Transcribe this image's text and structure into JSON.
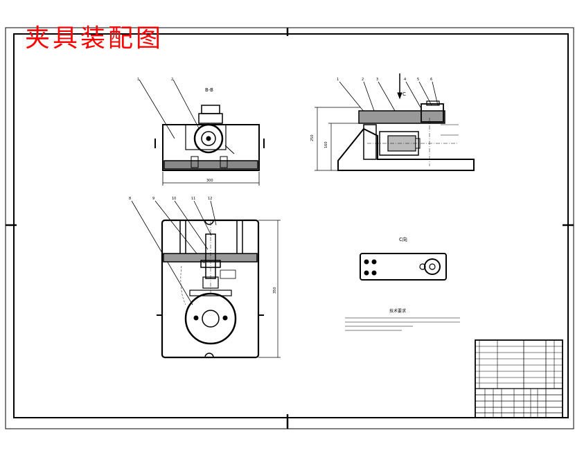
{
  "title_overlay": "夹具装配图",
  "front_view": {
    "section_label": "B-B",
    "dimension_width": "300",
    "part_balloons": [
      "1",
      "2"
    ]
  },
  "side_view": {
    "section_arrow": "C",
    "dimension_height_outer": "250",
    "dimension_height_inner": "160",
    "part_balloons": [
      "1",
      "2",
      "3",
      "4",
      "5",
      "6"
    ]
  },
  "top_view": {
    "dimension_height": "350",
    "part_balloons": [
      "8",
      "9",
      "10",
      "11",
      "12"
    ]
  },
  "detail_view": {
    "view_label": "C向"
  },
  "tech_requirements": {
    "heading": "技术要求"
  },
  "colors": {
    "overlay_red": "#ff0000",
    "line_black": "#000000",
    "background": "#ffffff"
  }
}
